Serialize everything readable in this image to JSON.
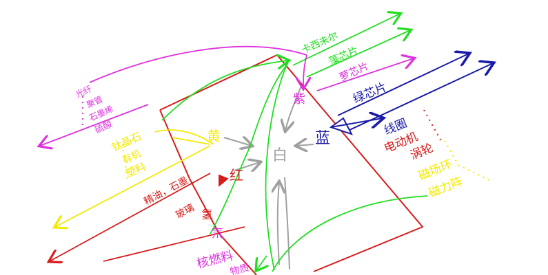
{
  "colors": {
    "red": "#d81b1b",
    "green": "#22dd22",
    "magenta": "#dd33dd",
    "yellow": "#f2ea00",
    "blue": "#1a1aa8",
    "gray": "#a0a0a0"
  },
  "center": {
    "white": "白"
  },
  "lights": {
    "yellow": "黄",
    "red": "红",
    "blue": "蓝",
    "purple": "紫"
  },
  "green_branch": {
    "items": [
      "卡西未尔",
      "藻芯片",
      "萝芯片"
    ]
  },
  "blue_branch": {
    "item_top": "绿芯片",
    "items": [
      "线圈",
      "电动机",
      "涡轮",
      "磁场环",
      "磁力阵"
    ]
  },
  "magenta_left": {
    "items": [
      "光纤",
      "聚管",
      "石墨烯",
      "硫酸"
    ]
  },
  "yellow_left": {
    "items": [
      "钛晶石",
      "有机",
      "塑料"
    ]
  },
  "red_left": {
    "items": [
      "精油，石墨",
      "玻璃",
      "氢",
      "氘",
      "核燃料",
      "物质"
    ]
  }
}
